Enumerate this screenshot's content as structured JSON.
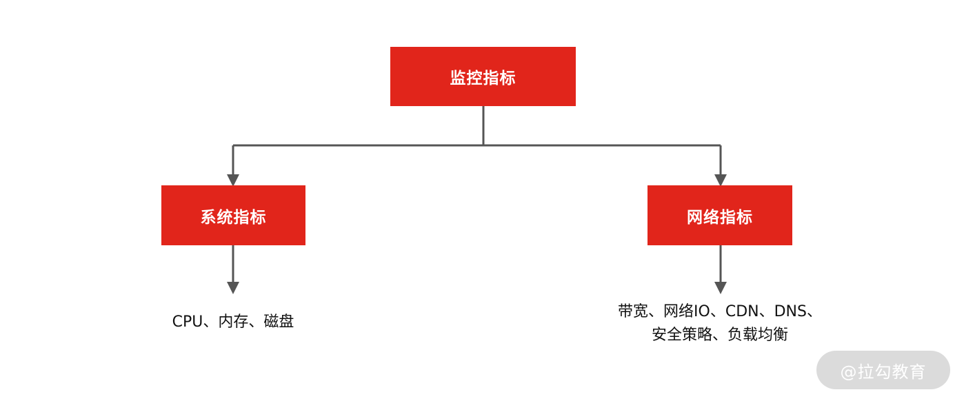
{
  "diagram": {
    "root": {
      "label": "监控指标"
    },
    "children": [
      {
        "label": "系统指标",
        "leaf_lines": [
          "CPU、内存、磁盘"
        ]
      },
      {
        "label": "网络指标",
        "leaf_lines": [
          "带宽、网络IO、CDN、DNS、",
          "安全策略、负载均衡"
        ]
      }
    ]
  },
  "colors": {
    "box_fill": "#e1251b",
    "box_text": "#ffffff",
    "connector": "#555555",
    "leaf_text": "#111111"
  },
  "watermark": {
    "text": "@拉勾教育"
  }
}
